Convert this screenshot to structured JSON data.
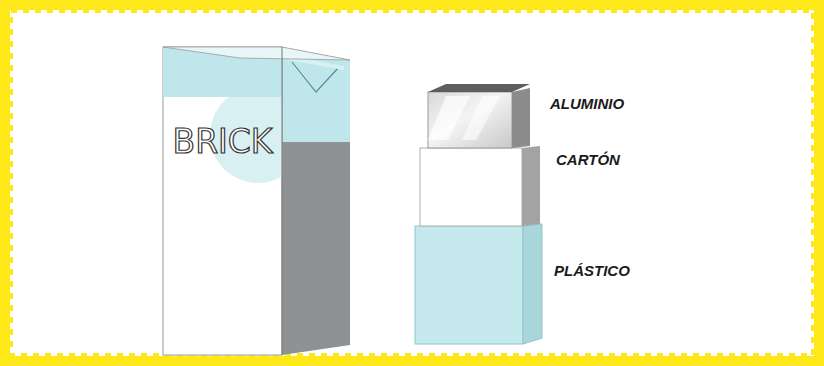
{
  "diagram": {
    "labels": [
      "BRICK",
      "ALUMINIO",
      "CARTÓN",
      "PLÁSTICO"
    ]
  }
}
